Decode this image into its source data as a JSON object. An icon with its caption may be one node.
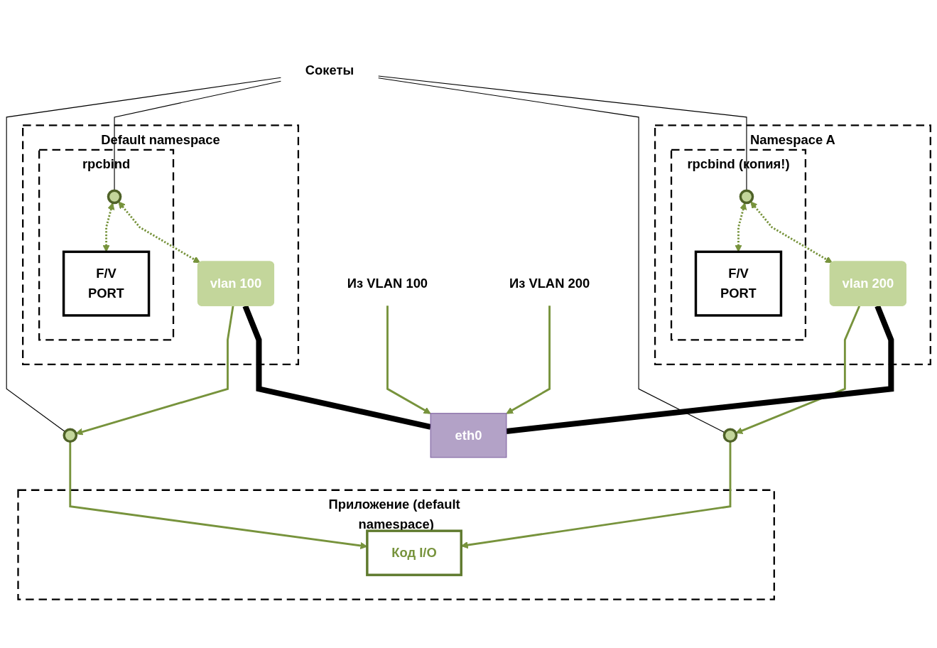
{
  "diagram": {
    "nodes": [
      {
        "text": [
          "Приложение (default namespace)"
        ]
      },
      {
        "text": [
          "Код I/O"
        ],
        "in": 0
      },
      {
        "text": [
          "Default namespace"
        ]
      },
      {
        "text": [],
        "shape": "circle"
      },
      {
        "text": [
          "rpcbind"
        ],
        "in": 2
      },
      {
        "text": [
          "F/V",
          "PORT"
        ],
        "in": 4
      },
      {
        "text": [],
        "shape": "circle",
        "in": 4
      },
      {
        "text": [
          "vlan 100"
        ],
        "in": 2
      },
      {
        "text": [
          "Namespace A"
        ]
      },
      {
        "text": [],
        "shape": "circle"
      },
      {
        "text": [
          "rpcbind (копия!)"
        ],
        "in": 8
      },
      {
        "text": [
          "F/V",
          "PORT"
        ],
        "in": 10
      },
      {
        "text": [],
        "shape": "circle",
        "in": 10
      },
      {
        "text": [
          "vlan 200"
        ],
        "in": 8
      },
      {
        "text": [
          "Сокеты"
        ]
      },
      {
        "text": [
          "eth0"
        ]
      },
      {
        "text": [
          "Из VLAN 100"
        ]
      },
      {
        "text": [
          "Из VLAN 200"
        ]
      }
    ],
    "edges": [
      {
        "from": 7,
        "to": 3,
        "arrow": "to"
      },
      {
        "from": 3,
        "to": 1,
        "arrow": "to"
      },
      {
        "from": 6,
        "to": 5,
        "arrow": "both",
        "style": "dashed"
      },
      {
        "from": 6,
        "to": 7,
        "arrow": "both",
        "style": "dashed"
      },
      {
        "from": 13,
        "to": 9,
        "arrow": "to"
      },
      {
        "from": 9,
        "to": 1,
        "arrow": "to"
      },
      {
        "from": 12,
        "to": 11,
        "arrow": "both",
        "style": "dashed"
      },
      {
        "from": 12,
        "to": 13,
        "arrow": "both",
        "style": "dashed"
      },
      {
        "from": 14,
        "to": 3,
        "arrow": "none",
        "color": "#000000"
      },
      {
        "from": 14,
        "to": 6,
        "arrow": "none",
        "color": "#000000"
      },
      {
        "from": 14,
        "to": 9,
        "arrow": "none",
        "color": "#000000"
      },
      {
        "from": 14,
        "to": 12,
        "arrow": "none",
        "color": "#000000"
      },
      {
        "from": 7,
        "to": 15,
        "arrow": "none",
        "style": "thick",
        "color": "#000000"
      },
      {
        "from": 13,
        "to": 15,
        "arrow": "none",
        "style": "thick",
        "color": "#000000"
      },
      {
        "from": 16,
        "to": 15,
        "arrow": "to"
      },
      {
        "from": 17,
        "to": 15,
        "arrow": "to"
      }
    ]
  }
}
